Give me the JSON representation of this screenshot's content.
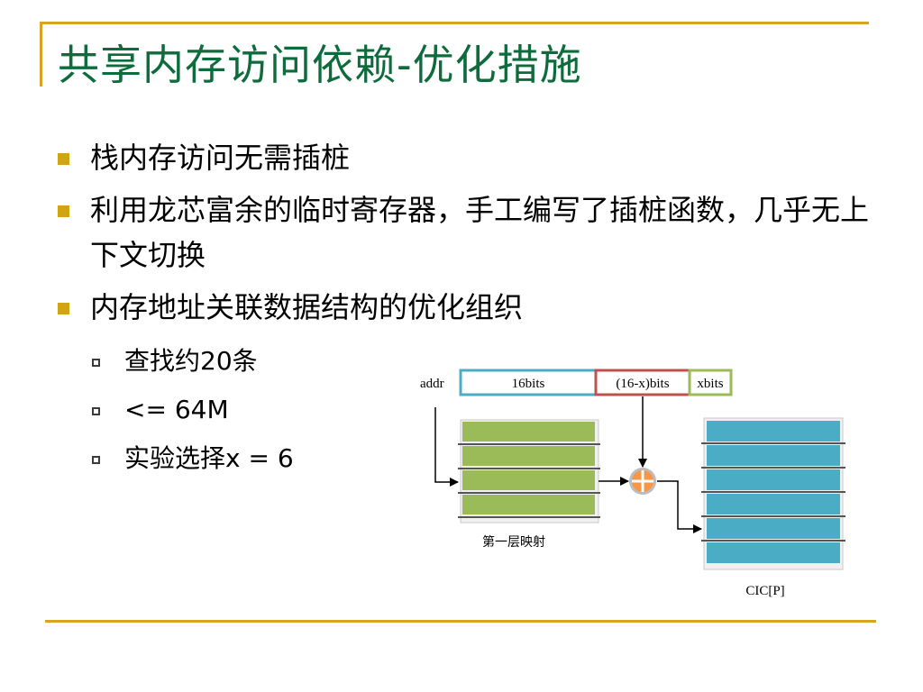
{
  "slide": {
    "title": "共享内存访问依赖-优化措施",
    "bullets": [
      {
        "text": "栈内存访问无需插桩"
      },
      {
        "text": "利用龙芯富余的临时寄存器，手工编写了插桩函数，几乎无上下文切换"
      },
      {
        "text": "内存地址关联数据结构的优化组织"
      }
    ],
    "sub_bullets": [
      {
        "text": "查找约20条"
      },
      {
        "text": "<= 64M"
      },
      {
        "text": "实验选择x = 6"
      }
    ]
  },
  "diagram": {
    "addr_label": "addr",
    "fields": [
      "16bits",
      "(16-x)bits",
      "xbits"
    ],
    "field_colors": [
      "#4bacc6",
      "#c0504d",
      "#9bbb59"
    ],
    "first_table_label": "第一层映射",
    "first_table_color": "#9bbb59",
    "second_table_label": "CIC[P]",
    "second_table_color": "#4bacc6",
    "combine_icon": "plus-circle-icon",
    "combine_color": "#f79646",
    "accent_color": "#d9a520",
    "title_color": "#0e6b3b"
  }
}
